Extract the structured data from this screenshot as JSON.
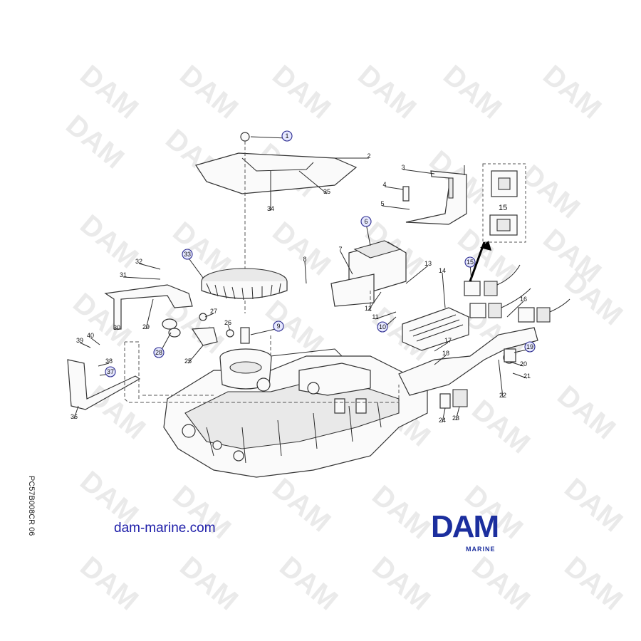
{
  "page": {
    "site_url": "dam-marine.com",
    "drawing_code": "PC57B008CR 06",
    "logo_text": "DAM",
    "logo_subtext": "MARINE",
    "watermark": "DAM",
    "inset_label": "15",
    "colors": {
      "brand_blue": "#1c2f9e",
      "callout_ring": "#2b2b8f"
    }
  },
  "callouts": [
    {
      "id": "1",
      "circled": true
    },
    {
      "id": "2",
      "circled": false
    },
    {
      "id": "3",
      "circled": false
    },
    {
      "id": "4",
      "circled": false
    },
    {
      "id": "5",
      "circled": false
    },
    {
      "id": "6",
      "circled": true
    },
    {
      "id": "7",
      "circled": false
    },
    {
      "id": "8",
      "circled": false
    },
    {
      "id": "9",
      "circled": true
    },
    {
      "id": "10",
      "circled": true
    },
    {
      "id": "11",
      "circled": false
    },
    {
      "id": "12",
      "circled": false
    },
    {
      "id": "13",
      "circled": false
    },
    {
      "id": "14",
      "circled": false
    },
    {
      "id": "15",
      "circled": true
    },
    {
      "id": "16",
      "circled": false
    },
    {
      "id": "17",
      "circled": false
    },
    {
      "id": "18",
      "circled": false
    },
    {
      "id": "19",
      "circled": true
    },
    {
      "id": "20",
      "circled": false
    },
    {
      "id": "21",
      "circled": false
    },
    {
      "id": "22",
      "circled": false
    },
    {
      "id": "23",
      "circled": false
    },
    {
      "id": "24",
      "circled": false
    },
    {
      "id": "25",
      "circled": false
    },
    {
      "id": "26",
      "circled": false
    },
    {
      "id": "27",
      "circled": false
    },
    {
      "id": "28",
      "circled": true
    },
    {
      "id": "29",
      "circled": false
    },
    {
      "id": "30",
      "circled": false
    },
    {
      "id": "31",
      "circled": false
    },
    {
      "id": "32",
      "circled": false
    },
    {
      "id": "33",
      "circled": true
    },
    {
      "id": "34",
      "circled": false
    },
    {
      "id": "35",
      "circled": false
    },
    {
      "id": "36",
      "circled": false
    },
    {
      "id": "37",
      "circled": true
    },
    {
      "id": "38",
      "circled": false
    },
    {
      "id": "39",
      "circled": false
    },
    {
      "id": "40",
      "circled": false
    }
  ]
}
